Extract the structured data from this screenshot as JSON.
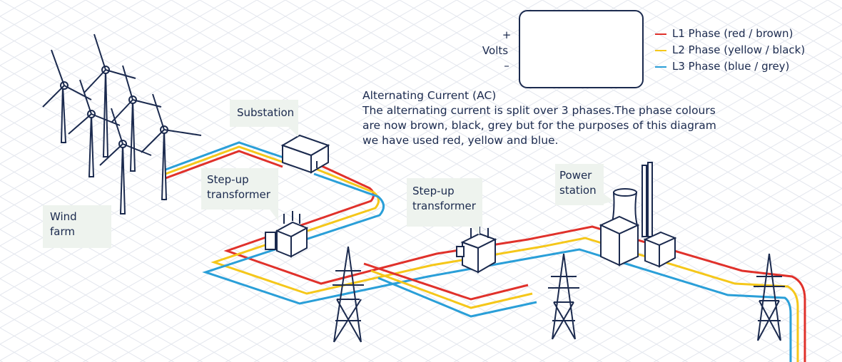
{
  "legend": {
    "volts_plus": "+",
    "volts_label": "Volts",
    "volts_minus": "–",
    "items": [
      {
        "label": "L1 Phase (red / brown)",
        "color": "#e0312b"
      },
      {
        "label": "L2 Phase (yellow / black)",
        "color": "#f5c71a"
      },
      {
        "label": "L3 Phase (blue / grey)",
        "color": "#2a9fd8"
      }
    ]
  },
  "ac": {
    "heading": "Alternating Current (AC)",
    "line1": "The alternating current is split over 3 phases.The phase colours",
    "line2": "are now brown, black, grey but for the purposes of this diagram",
    "line3": "we have used red, yellow and blue."
  },
  "labels": {
    "wind_farm_1": "Wind",
    "wind_farm_2": "farm",
    "substation": "Substation",
    "stepup1_1": "Step-up",
    "stepup1_2": "transformer",
    "stepup2_1": "Step-up",
    "stepup2_2": "transformer",
    "power_1": "Power",
    "power_2": "station"
  },
  "colors": {
    "outline": "#1b2a4e",
    "grid": "#e4e7ee",
    "red": "#e0312b",
    "yellow": "#f5c71a",
    "blue": "#2a9fd8",
    "oscilloscope_bg": "#2e2f36"
  }
}
